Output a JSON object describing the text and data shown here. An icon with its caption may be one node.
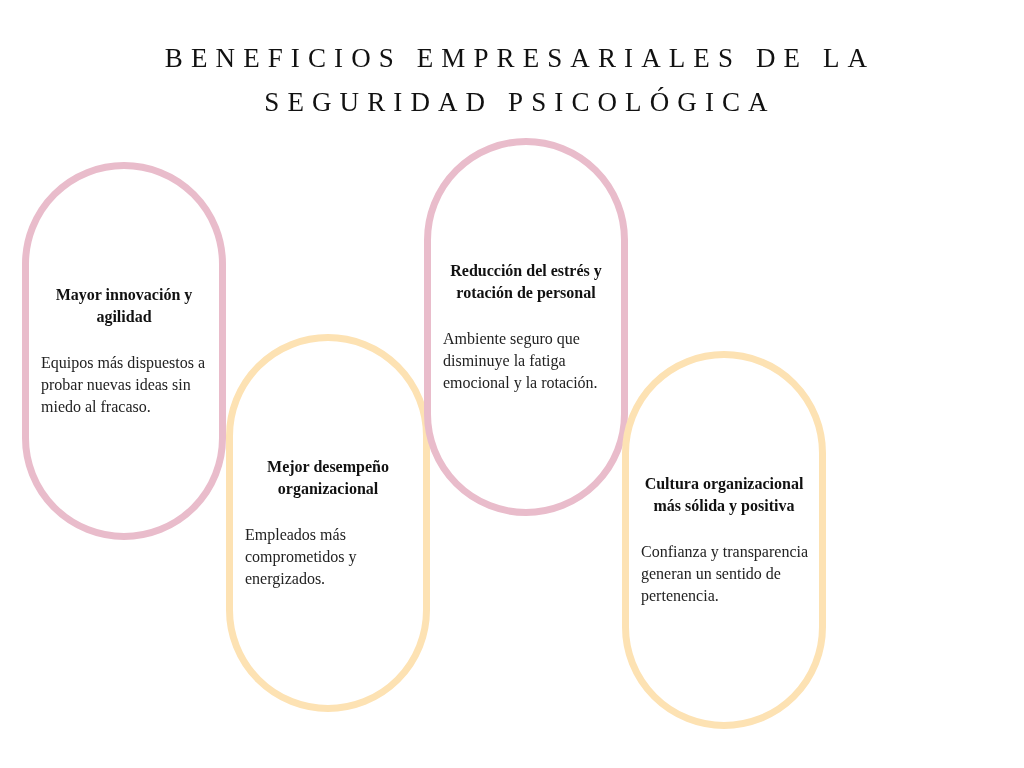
{
  "diagram": {
    "title": "BENEFICIOS EMPRESARIALES DE LA SEGURIDAD PSICOLÓGICA",
    "nodes": [
      {
        "text": [
          "Mayor innovación y agilidad",
          "Equipos más dispuestos a probar nuevas ideas sin miedo al fracaso."
        ]
      },
      {
        "text": [
          "Mejor desempeño organizacional",
          "Empleados más comprometidos y energizados."
        ]
      },
      {
        "text": [
          "Reducción del estrés y rotación de personal",
          "Ambiente seguro que disminuye la fatiga emocional y la rotación."
        ]
      },
      {
        "text": [
          "Cultura organizacional más sólida y positiva",
          "Confianza y transparencia generan un sentido de pertenencia."
        ]
      }
    ]
  }
}
